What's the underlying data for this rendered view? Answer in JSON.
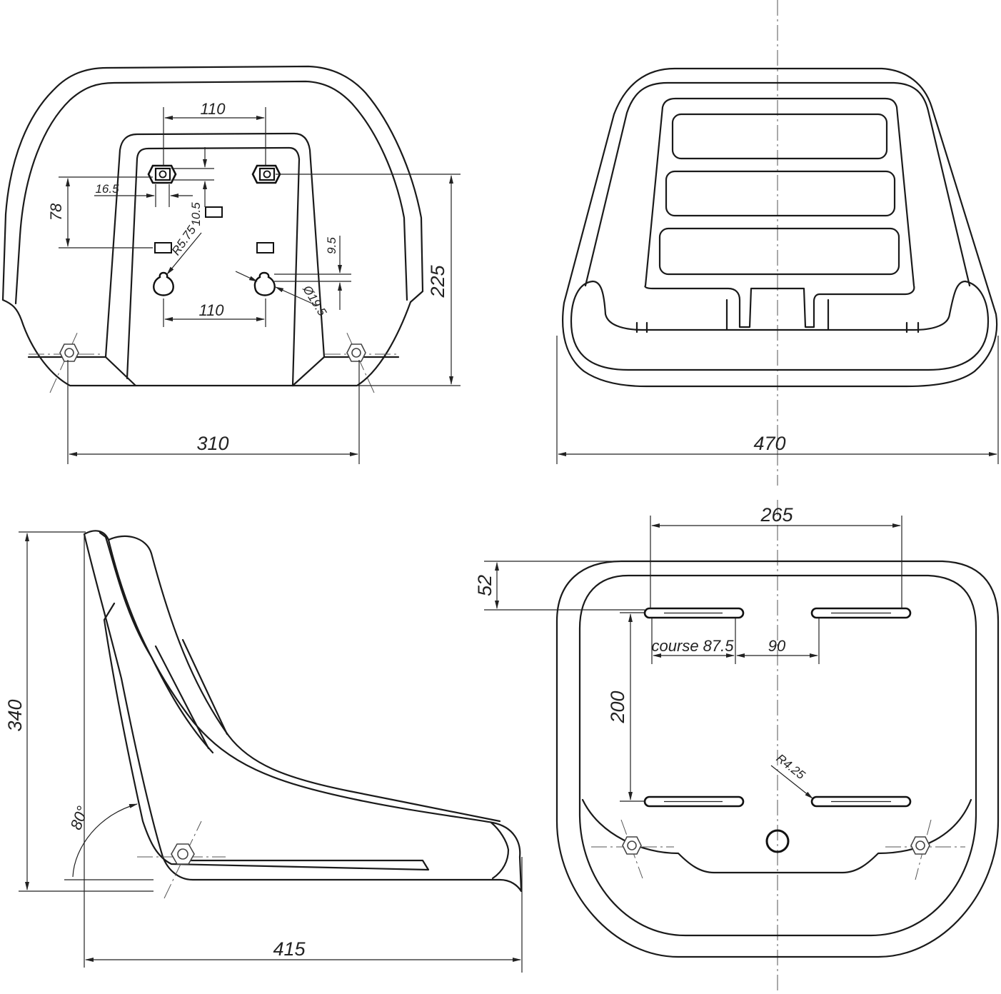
{
  "views": {
    "rear": {
      "dims": {
        "top_spacing": "110",
        "bottom_spacing": "110",
        "offset": "16.5",
        "vertical_spacing": "78",
        "slot_offset": "10.5",
        "radius": "R5.75",
        "slot_height": "9.5",
        "diameter": "Ø19.5",
        "height": "225",
        "width": "310"
      }
    },
    "front": {
      "dims": {
        "width": "470"
      }
    },
    "side": {
      "dims": {
        "height": "340",
        "angle": "80°",
        "length": "415"
      }
    },
    "bottom": {
      "dims": {
        "slot_spacing": "265",
        "edge_offset": "52",
        "travel": "course 87.5",
        "gap": "90",
        "row_spacing": "200",
        "radius": "R4.25"
      }
    }
  }
}
